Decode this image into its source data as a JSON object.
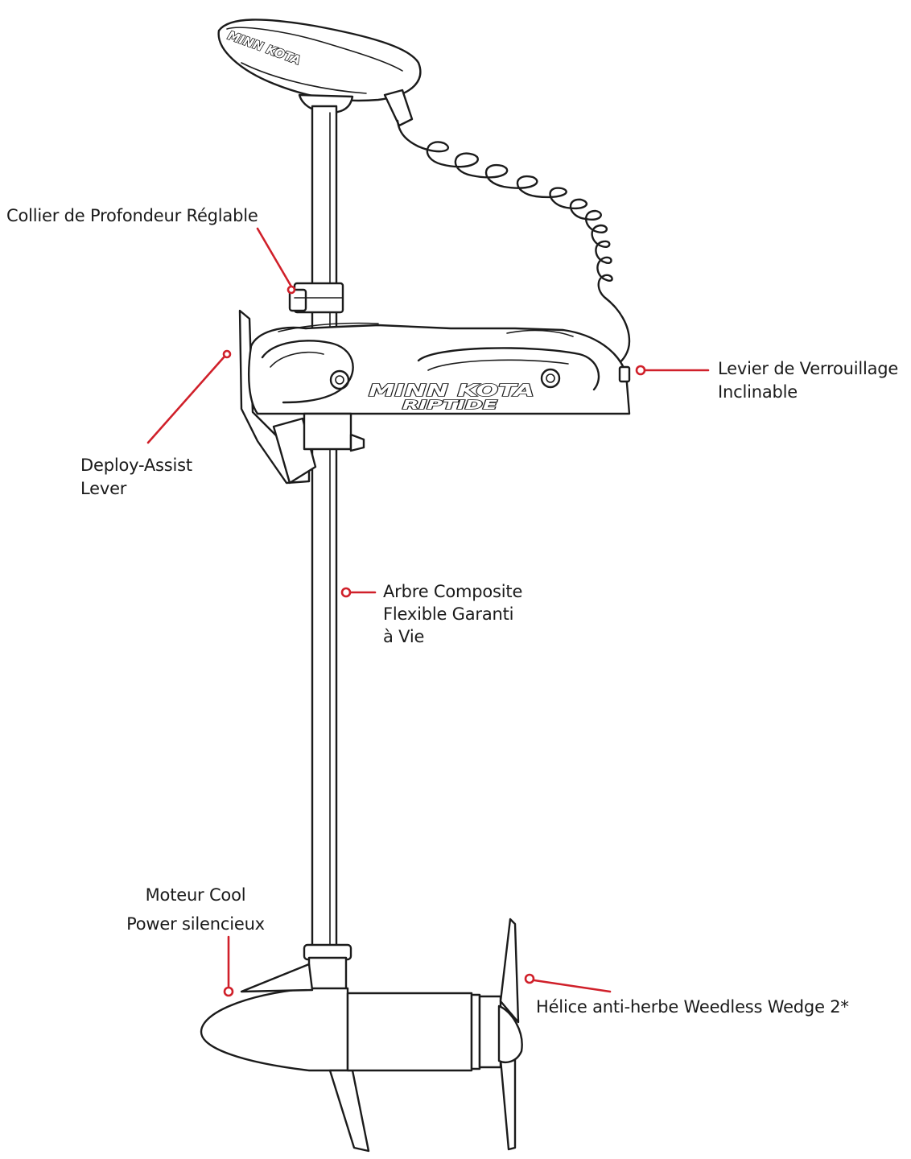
{
  "colors": {
    "leader_line": "#d0202a",
    "outline": "#1b1b1b",
    "text": "#1a1a1a",
    "background": "#ffffff"
  },
  "branding": {
    "head_logo": "MINN KOTA",
    "mount_logo_line1": "MINN KOTA",
    "mount_logo_line2": "RIPTIDE"
  },
  "callouts": {
    "depth_collar": {
      "lines": [
        "Collier de Profondeur Réglable"
      ]
    },
    "tilt_lock_lever": {
      "lines": [
        "Levier de Verrouillage",
        "Inclinable"
      ]
    },
    "deploy_assist_lever": {
      "lines": [
        "Deploy-Assist",
        "Lever"
      ]
    },
    "composite_shaft": {
      "lines": [
        "Arbre Composite",
        "Flexible Garanti",
        "à Vie"
      ]
    },
    "cool_power_motor": {
      "lines": [
        "Moteur Cool",
        "Power silencieux"
      ]
    },
    "weedless_prop": {
      "lines": [
        "Hélice anti-herbe Weedless Wedge 2*"
      ]
    }
  }
}
